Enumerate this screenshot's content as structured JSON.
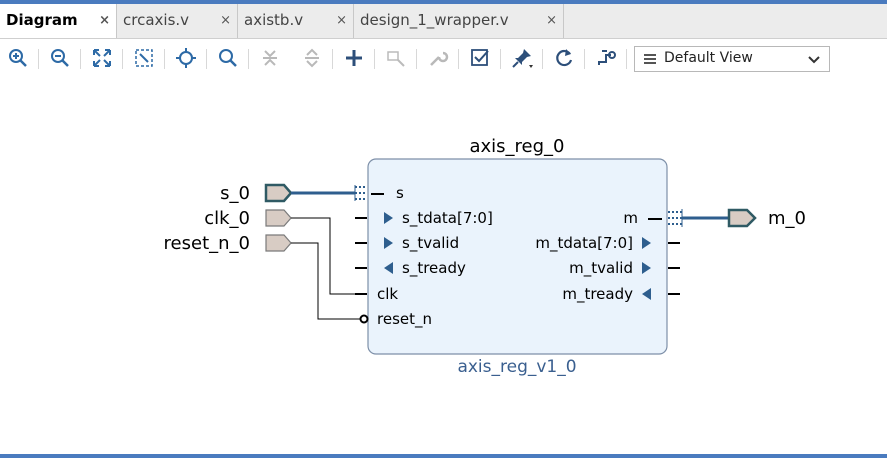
{
  "tabs": [
    {
      "label": "Diagram",
      "active": true
    },
    {
      "label": "crcaxis.v",
      "active": false
    },
    {
      "label": "axistb.v",
      "active": false
    },
    {
      "label": "design_1_wrapper.v",
      "active": false
    }
  ],
  "tab_close_glyph": "×",
  "toolbar": {
    "icons": [
      "zoom-in-icon",
      "zoom-out-icon",
      "zoom-fit-icon",
      "fit-selection-icon",
      "auto-connect-icon",
      "search-icon",
      "collapse-icon",
      "expand-icon",
      "add-ip-icon",
      "make-external-icon",
      "properties-icon",
      "validate-icon",
      "pin-icon",
      "regenerate-icon",
      "optimize-routing-icon"
    ],
    "view_select": "Default View"
  },
  "diagram": {
    "block_name": "axis_reg_0",
    "block_type": "axis_reg_v1_0",
    "inputs": [
      "s_0",
      "clk_0",
      "reset_n_0"
    ],
    "output": "m_0",
    "left_pins": [
      "s",
      "s_tdata[7:0]",
      "s_tvalid",
      "s_tready",
      "clk",
      "reset_n"
    ],
    "right_pins": [
      "m",
      "m_tdata[7:0]",
      "m_tvalid",
      "m_tready"
    ]
  },
  "colors": {
    "accent": "#4a7bbf",
    "block_fill": "#eaf3fc",
    "bus_wire": "#2e5e8e",
    "port_fill": "#d8ccc4",
    "block_type_text": "#3a5f8f"
  }
}
